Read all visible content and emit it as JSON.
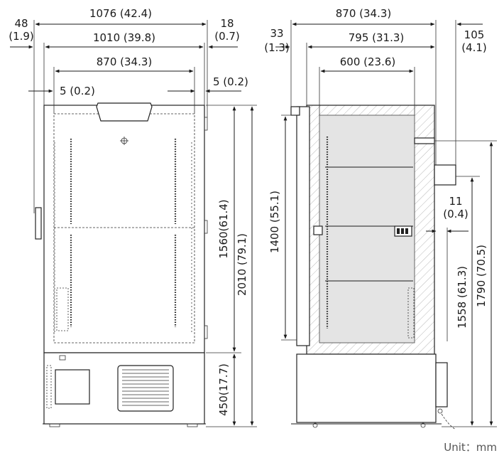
{
  "unit_label": "Unit：mm",
  "front_view": {
    "overall_width": "1076 (42.4)",
    "cabinet_width": "1010 (39.8)",
    "inner_width": "870 (34.3)",
    "left_handle": "48",
    "left_handle_in": "(1.9)",
    "right_hinge": "18",
    "right_hinge_in": "(0.7)",
    "left_margin": "5 (0.2)",
    "right_margin": "5 (0.2)",
    "door_height": "1560(61.4)",
    "overall_height": "2010 (79.1)",
    "base_height": "450(17.7)"
  },
  "side_view": {
    "overall_depth": "870 (34.3)",
    "cabinet_depth": "795 (31.3)",
    "inner_depth": "600 (23.6)",
    "front_offset": "33",
    "front_offset_in": "(1.3)",
    "rear_port": "105",
    "rear_port_in": "(4.1)",
    "port_depth": "11",
    "port_depth_in": "(0.4)",
    "inner_height": "1400 (55.1)",
    "port_height_low": "1558 (61.3)",
    "port_height_high": "1790 (70.5)"
  }
}
